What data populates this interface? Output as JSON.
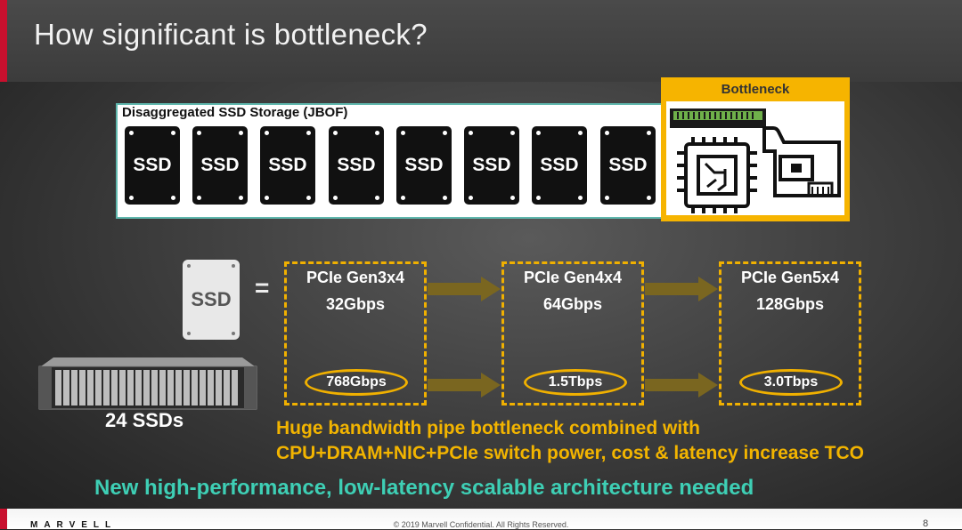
{
  "slide": {
    "title": "How significant is bottleneck?",
    "jbof_label": "Disaggregated SSD Storage (JBOF)",
    "ssd_chip_label": "SSD",
    "bottleneck_label": "Bottleneck",
    "ssd_big_label": "SSD",
    "equals": "=",
    "server_label": "24 SSDs",
    "gens": [
      {
        "name": "PCIe Gen3x4",
        "rate": "32Gbps",
        "total": "768Gbps"
      },
      {
        "name": "PCIe Gen4x4",
        "rate": "64Gbps",
        "total": "1.5Tbps"
      },
      {
        "name": "PCIe Gen5x4",
        "rate": "128Gbps",
        "total": "3.0Tbps"
      }
    ],
    "note_line1": "Huge bandwidth pipe bottleneck combined with",
    "note_line2": "CPU+DRAM+NIC+PCIe switch power, cost & latency increase TCO",
    "cta": "New high-performance, low-latency scalable architecture needed"
  },
  "footer": {
    "brand": "MARVELL",
    "copyright": "© 2019 Marvell Confidential. All Rights Reserved.",
    "page_number": "8"
  },
  "colors": {
    "accent_red": "#c8102e",
    "highlight_yellow": "#f0b000",
    "teal": "#3ecfb5"
  }
}
